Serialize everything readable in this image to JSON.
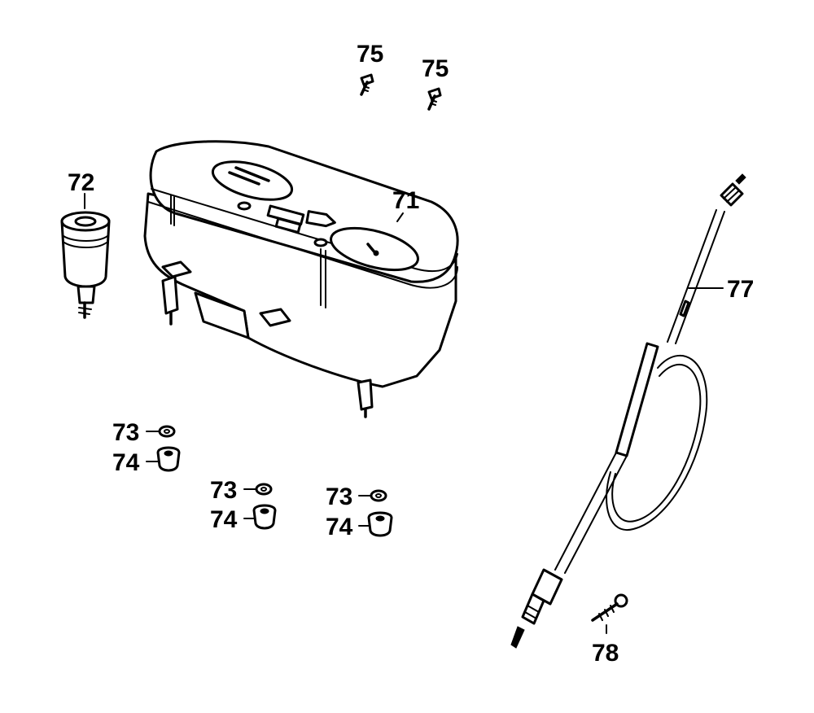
{
  "callouts": {
    "c71": "71",
    "c72": "72",
    "c73a": "73",
    "c73b": "73",
    "c73c": "73",
    "c74a": "74",
    "c74b": "74",
    "c74c": "74",
    "c75a": "75",
    "c75b": "75",
    "c77": "77",
    "c78": "78"
  },
  "colors": {
    "ink": "#000000",
    "paper": "#ffffff"
  }
}
